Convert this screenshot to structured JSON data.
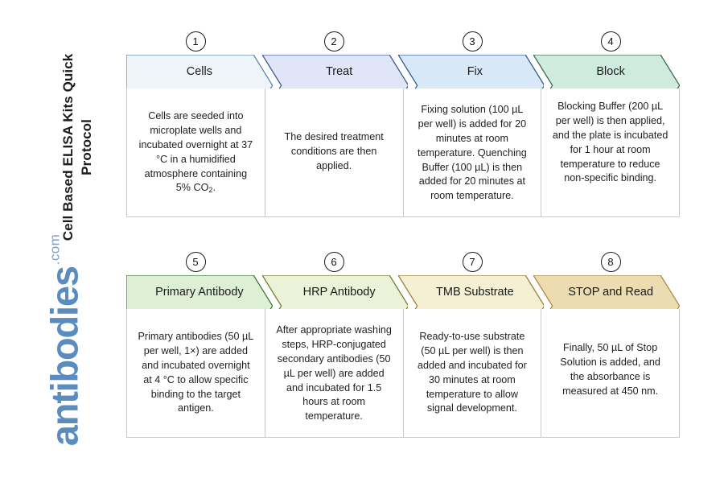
{
  "title": "Cell Based ELISA Kits Quick Protocol",
  "brand": {
    "name": "antibodies",
    "tld": ".com",
    "color": "#5b8cc0"
  },
  "rows": [
    {
      "steps": [
        {
          "number": "1",
          "label": "Cells",
          "fill": "#eff4fa",
          "stroke": "#5b87b8",
          "description": "Cells are seeded into microplate wells and incubated overnight at 37 °C in a humidified atmosphere containing 5% CO",
          "description_sub": "2",
          "description_tail": "."
        },
        {
          "number": "2",
          "label": "Treat",
          "fill": "#e0e5f7",
          "stroke": "#3c5d92",
          "description": "The desired treatment conditions are then applied."
        },
        {
          "number": "3",
          "label": "Fix",
          "fill": "#d9e8f7",
          "stroke": "#2e5f94",
          "description": "Fixing solution (100 µL per well) is added for 20 minutes at room temperature. Quenching Buffer (100 µL) is then added for 20 minutes at room temperature."
        },
        {
          "number": "4",
          "label": "Block",
          "fill": "#cfeadf",
          "stroke": "#3e6b4e",
          "description": "Blocking Buffer (200 µL per well) is then applied, and the plate is incubated for 1 hour at room temperature to reduce non-specific binding."
        }
      ]
    },
    {
      "steps": [
        {
          "number": "5",
          "label": "Primary Antibody",
          "fill": "#ddf0d6",
          "stroke": "#3f7a34",
          "description": "Primary antibodies (50 µL per well, 1×) are added and incubated overnight at 4 °C to allow specific binding to the target antigen."
        },
        {
          "number": "6",
          "label": "HRP Antibody",
          "fill": "#eaf2d7",
          "stroke": "#7a7b2e",
          "description": "After appropriate washing steps, HRP-conjugated secondary antibodies (50 µL per well) are added and incubated for 1.5 hours at room temperature."
        },
        {
          "number": "7",
          "label": "TMB Substrate",
          "fill": "#f5efd3",
          "stroke": "#9a8436",
          "description": "Ready-to-use substrate (50 µL per well) is then added and incubated for 30 minutes at room temperature to allow signal development."
        },
        {
          "number": "8",
          "label": "STOP and Read",
          "fill": "#ecdcb0",
          "stroke": "#a98e46",
          "description": "Finally, 50 µL of Stop Solution is added, and the absorbance is measured at 450 nm."
        }
      ]
    }
  ]
}
